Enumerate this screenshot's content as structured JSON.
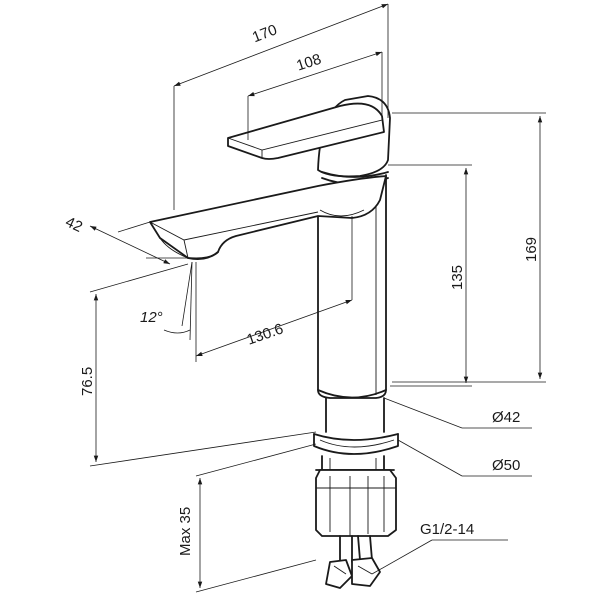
{
  "dimensions": {
    "overall_length": "170",
    "handle_length": "108",
    "spout_width": "42",
    "spout_angle": "12°",
    "spout_reach": "130.6",
    "body_height": "135",
    "total_height": "169",
    "outlet_height": "76.5",
    "body_diameter": "Ø42",
    "base_diameter": "Ø50",
    "max_deck_thickness": "Max 35",
    "connection_thread": "G1/2-14"
  }
}
